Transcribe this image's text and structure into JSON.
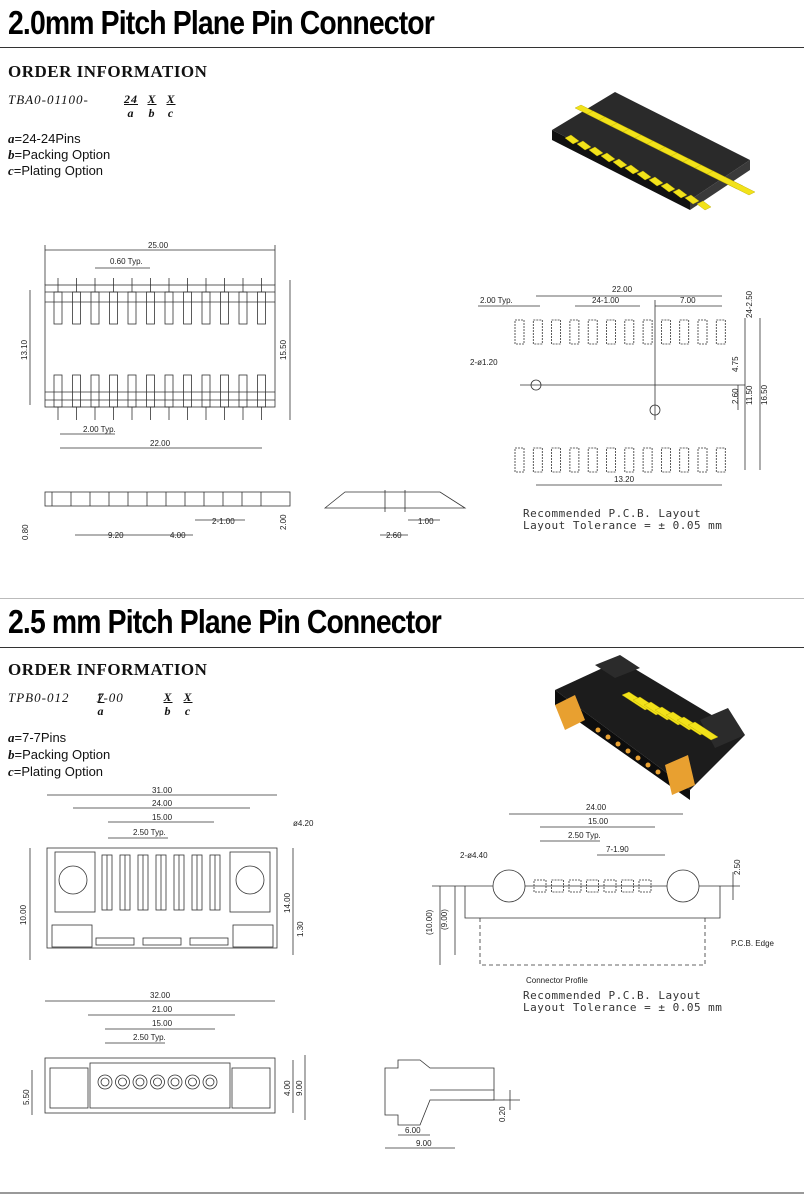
{
  "section1": {
    "title": "2.0mm Pitch Plane Pin Connector",
    "order_heading": "ORDER INFORMATION",
    "part_number": "TBA0-01100- ",
    "pn_fields": [
      "24",
      "X",
      "X"
    ],
    "pn_keys": [
      "a",
      "b",
      "c"
    ],
    "options": [
      {
        "key": "a",
        "text": "=24-24Pins"
      },
      {
        "key": "b",
        "text": "=Packing Option"
      },
      {
        "key": "c",
        "text": "=Plating Option"
      }
    ],
    "dims_top": [
      "25.00",
      "0.60 Typ.",
      "13.10",
      "15.50",
      "2.00 Typ.",
      "22.00"
    ],
    "dims_side": [
      "0.80",
      "9.20",
      "4.00",
      "2-1.00",
      "2.00",
      "2.60",
      "1.00"
    ],
    "dims_pcb": [
      "22.00",
      "2.00 Typ.",
      "24-1.00",
      "7.00",
      "24-2.50",
      "2-ø1.20",
      "4.75",
      "2.60",
      "11.50",
      "16.50",
      "13.20"
    ],
    "pcb_note": [
      "Recommended  P.C.B. Layout",
      "Layout  Tolerance  =  ±  0.05  mm"
    ]
  },
  "section2": {
    "title": "2.5 mm Pitch Plane Pin Connector",
    "order_heading": "ORDER INFORMATION",
    "part_number_a": "TPB0-012 ",
    "part_number_b": " 1-00 ",
    "pn_fields": [
      "7",
      "X",
      "X"
    ],
    "pn_keys": [
      "a",
      "b",
      "c"
    ],
    "options": [
      {
        "key": "a",
        "text": "=7-7Pins"
      },
      {
        "key": "b",
        "text": "=Packing Option"
      },
      {
        "key": "c",
        "text": "=Plating Option"
      }
    ],
    "dims_front": [
      "31.00",
      "24.00",
      "15.00",
      "2.50 Typ.",
      "ø4.20",
      "10.00",
      "14.00",
      "1.30"
    ],
    "dims_pcb": [
      "24.00",
      "15.00",
      "2.50 Typ.",
      "7-1.90",
      "2-ø4.40",
      "2.50",
      "(10.00)",
      "(9.00)",
      "P.C.B. Edge",
      "Connector Profile"
    ],
    "dims_bottom": [
      "32.00",
      "21.00",
      "15.00",
      "2.50 Typ.",
      "5.50",
      "4.00",
      "9.00"
    ],
    "dims_side": [
      "0.20",
      "6.00",
      "9.00"
    ],
    "pcb_note": [
      "Recommended  P.C.B. Layout",
      "Layout  Tolerance  =  ±  0.05  mm"
    ]
  },
  "colors": {
    "pin_yellow": "#f2e21a",
    "body_black": "#1c1c1c",
    "latch_orange": "#e8a030"
  }
}
